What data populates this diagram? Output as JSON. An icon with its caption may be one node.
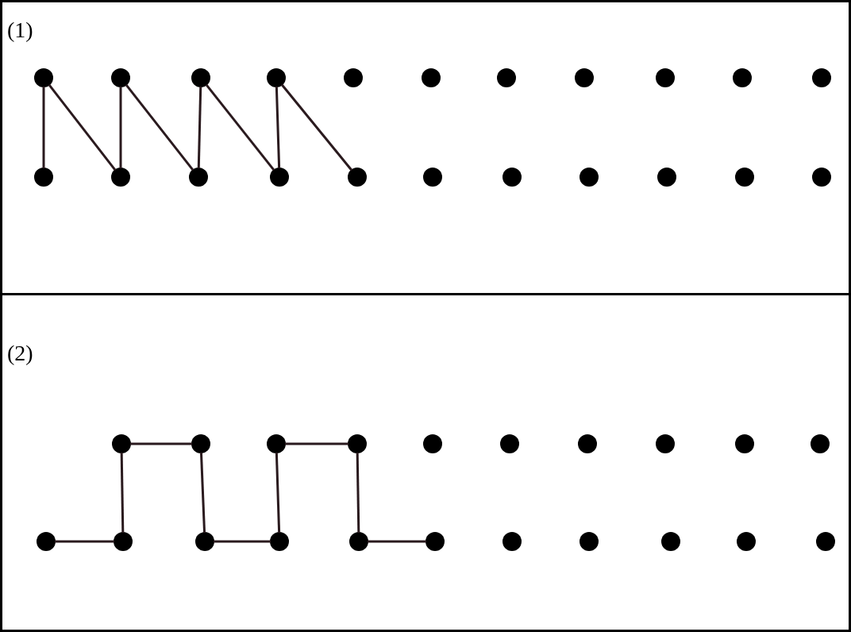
{
  "diagram": {
    "nodes": [
      {
        "text": [
          "(1)"
        ]
      },
      {
        "text": [],
        "shape": "circle",
        "in": 0
      },
      {
        "text": [],
        "shape": "circle",
        "in": 0
      },
      {
        "text": [],
        "shape": "circle",
        "in": 0
      },
      {
        "text": [],
        "shape": "circle",
        "in": 0
      },
      {
        "text": [],
        "shape": "circle",
        "in": 0
      },
      {
        "text": [],
        "shape": "circle",
        "in": 0
      },
      {
        "text": [],
        "shape": "circle",
        "in": 0
      },
      {
        "text": [],
        "shape": "circle",
        "in": 0
      },
      {
        "text": [],
        "shape": "circle",
        "in": 0
      },
      {
        "text": [],
        "shape": "circle",
        "in": 0
      },
      {
        "text": [],
        "shape": "circle",
        "in": 0
      },
      {
        "text": [],
        "shape": "circle",
        "in": 0
      },
      {
        "text": [],
        "shape": "circle",
        "in": 0
      },
      {
        "text": [],
        "shape": "circle",
        "in": 0
      },
      {
        "text": [],
        "shape": "circle",
        "in": 0
      },
      {
        "text": [],
        "shape": "circle",
        "in": 0
      },
      {
        "text": [],
        "shape": "circle",
        "in": 0
      },
      {
        "text": [],
        "shape": "circle",
        "in": 0
      },
      {
        "text": [],
        "shape": "circle",
        "in": 0
      },
      {
        "text": [],
        "shape": "circle",
        "in": 0
      },
      {
        "text": [],
        "shape": "circle",
        "in": 0
      },
      {
        "text": [],
        "shape": "circle",
        "in": 0
      },
      {
        "text": [
          "(2)"
        ]
      },
      {
        "text": [],
        "shape": "circle",
        "in": 23
      },
      {
        "text": [],
        "shape": "circle",
        "in": 23
      },
      {
        "text": [],
        "shape": "circle",
        "in": 23
      },
      {
        "text": [],
        "shape": "circle",
        "in": 23
      },
      {
        "text": [],
        "shape": "circle",
        "in": 23
      },
      {
        "text": [],
        "shape": "circle",
        "in": 23
      },
      {
        "text": [],
        "shape": "circle",
        "in": 23
      },
      {
        "text": [],
        "shape": "circle",
        "in": 23
      },
      {
        "text": [],
        "shape": "circle",
        "in": 23
      },
      {
        "text": [],
        "shape": "circle",
        "in": 23
      },
      {
        "text": [],
        "shape": "circle",
        "in": 23
      },
      {
        "text": [],
        "shape": "circle",
        "in": 23
      },
      {
        "text": [],
        "shape": "circle",
        "in": 23
      },
      {
        "text": [],
        "shape": "circle",
        "in": 23
      },
      {
        "text": [],
        "shape": "circle",
        "in": 23
      },
      {
        "text": [],
        "shape": "circle",
        "in": 23
      },
      {
        "text": [],
        "shape": "circle",
        "in": 23
      },
      {
        "text": [],
        "shape": "circle",
        "in": 23
      },
      {
        "text": [],
        "shape": "circle",
        "in": 23
      },
      {
        "text": [],
        "shape": "circle",
        "in": 23
      },
      {
        "text": [],
        "shape": "circle",
        "in": 23
      }
    ],
    "edges": [
      {
        "from": 1,
        "to": 12,
        "arrow": "none"
      },
      {
        "from": 1,
        "to": 13,
        "arrow": "none"
      },
      {
        "from": 13,
        "to": 2,
        "arrow": "none"
      },
      {
        "from": 2,
        "to": 14,
        "arrow": "none"
      },
      {
        "from": 14,
        "to": 3,
        "arrow": "none"
      },
      {
        "from": 3,
        "to": 15,
        "arrow": "none"
      },
      {
        "from": 15,
        "to": 4,
        "arrow": "none"
      },
      {
        "from": 4,
        "to": 16,
        "arrow": "none"
      },
      {
        "from": 34,
        "to": 35,
        "arrow": "none"
      },
      {
        "from": 35,
        "to": 24,
        "arrow": "none"
      },
      {
        "from": 24,
        "to": 25,
        "arrow": "none"
      },
      {
        "from": 25,
        "to": 36,
        "arrow": "none"
      },
      {
        "from": 36,
        "to": 37,
        "arrow": "none"
      },
      {
        "from": 37,
        "to": 26,
        "arrow": "none"
      },
      {
        "from": 26,
        "to": 27,
        "arrow": "none"
      },
      {
        "from": 27,
        "to": 38,
        "arrow": "none"
      },
      {
        "from": 38,
        "to": 39,
        "arrow": "none"
      }
    ]
  }
}
